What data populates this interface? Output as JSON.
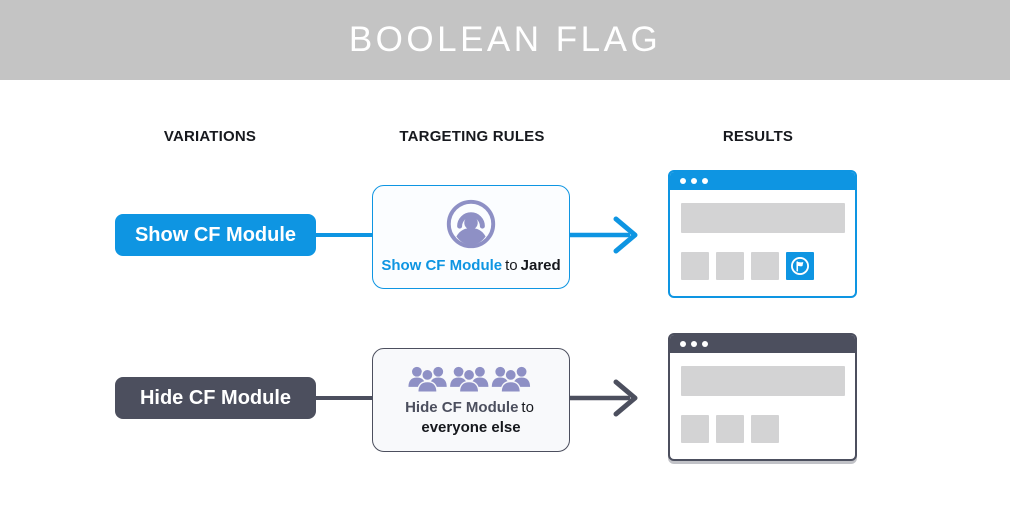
{
  "header": {
    "title": "BOOLEAN FLAG"
  },
  "columns": [
    "VARIATIONS",
    "TARGETING RULES",
    "RESULTS"
  ],
  "colors": {
    "header_bg": "#c4c4c4",
    "accent_blue": "#0e95e2",
    "dark_slate": "#4c4f5e",
    "icon_purple": "#8e90c5",
    "placeholder_gray": "#d3d3d4"
  },
  "rows": [
    {
      "variation_label": "Show CF Module",
      "rule": {
        "icon": "user-circle-icon",
        "action": "Show CF Module",
        "connector": "to",
        "audience": "Jared"
      },
      "result": {
        "accent_tile_icon": "flag-icon"
      }
    },
    {
      "variation_label": "Hide CF Module",
      "rule": {
        "icon": "crowd-icon",
        "action": "Hide CF Module",
        "connector": "to",
        "audience": "everyone else"
      },
      "result": {}
    }
  ]
}
